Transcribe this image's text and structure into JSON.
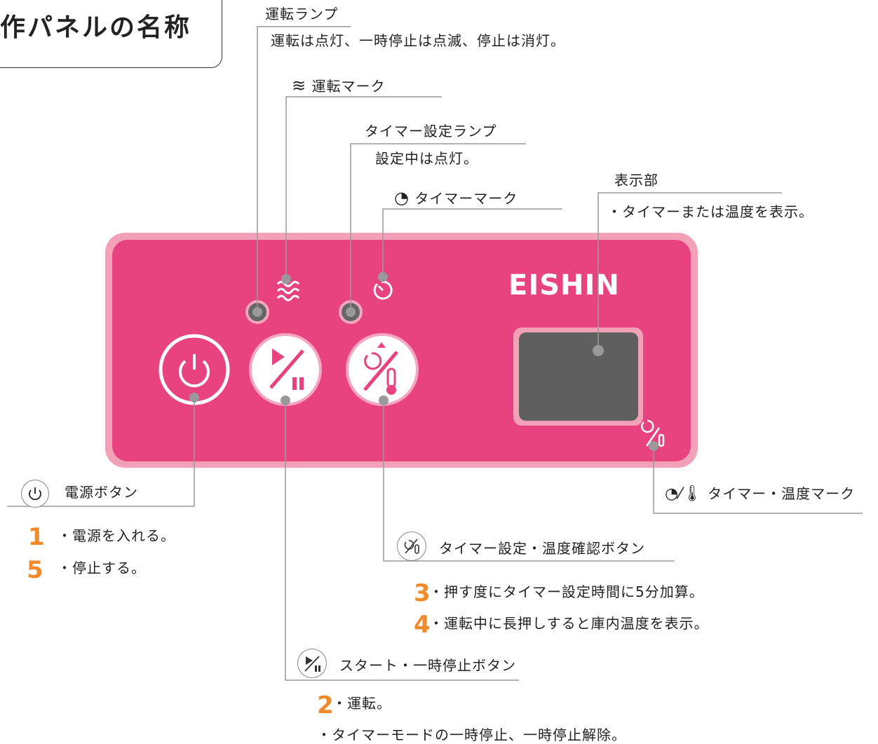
{
  "title": "作パネルの名称",
  "brand": "EISHIN",
  "labels": {
    "run_lamp": "運転ランプ",
    "run_lamp_desc": "運転は点灯、一時停止は点滅、停止は消灯。",
    "run_mark": "運転マーク",
    "timer_lamp": "タイマー設定ランプ",
    "timer_lamp_desc": "設定中は点灯。",
    "timer_mark": "タイマーマーク",
    "display": "表示部",
    "display_desc": "・タイマーまたは温度を表示。",
    "power_button": "電源ボタン",
    "power_1": "・電源を入れる。",
    "power_5": "・停止する。",
    "timer_temp_mark": "タイマー・温度マーク",
    "timer_temp_button": "タイマー設定・温度確認ボタン",
    "timer_3": "・押す度にタイマー設定時間に5分加算。",
    "timer_4": "・運転中に長押しすると庫内温度を表示。",
    "start_button": "スタート・一時停止ボタン",
    "start_2": "・運転。",
    "start_2b": "・タイマーモードの一時停止、一時停止解除。"
  },
  "numbers": {
    "n1": "1",
    "n2": "2",
    "n3": "3",
    "n4": "4",
    "n5": "5"
  },
  "colors": {
    "panel": "#e8427f",
    "panel_border": "#f3a1b8",
    "accent_number": "#f08a2c",
    "lamp": "#666666",
    "display": "#5f5f5f"
  }
}
